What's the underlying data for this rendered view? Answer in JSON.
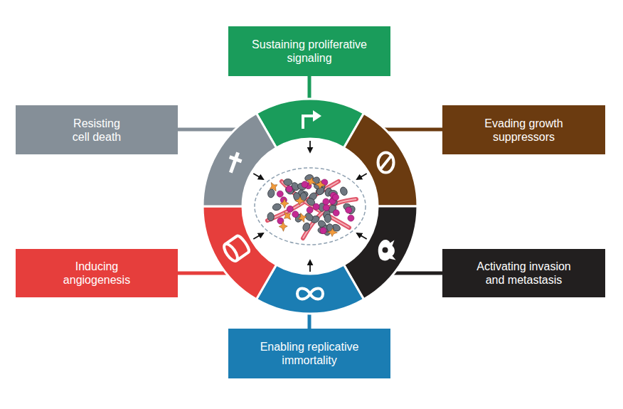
{
  "diagram": {
    "nodes": [
      {
        "text": [
          "Sustaining proliferative signaling"
        ]
      },
      {
        "text": [
          "Resisting cell death"
        ]
      },
      {
        "text": [
          "Evading growth suppressors"
        ]
      },
      {
        "text": [
          "Inducing angiogenesis"
        ]
      },
      {
        "text": [
          "Activating invasion and metastasis"
        ]
      },
      {
        "text": [
          "Enabling replicative immortality"
        ]
      }
    ]
  }
}
